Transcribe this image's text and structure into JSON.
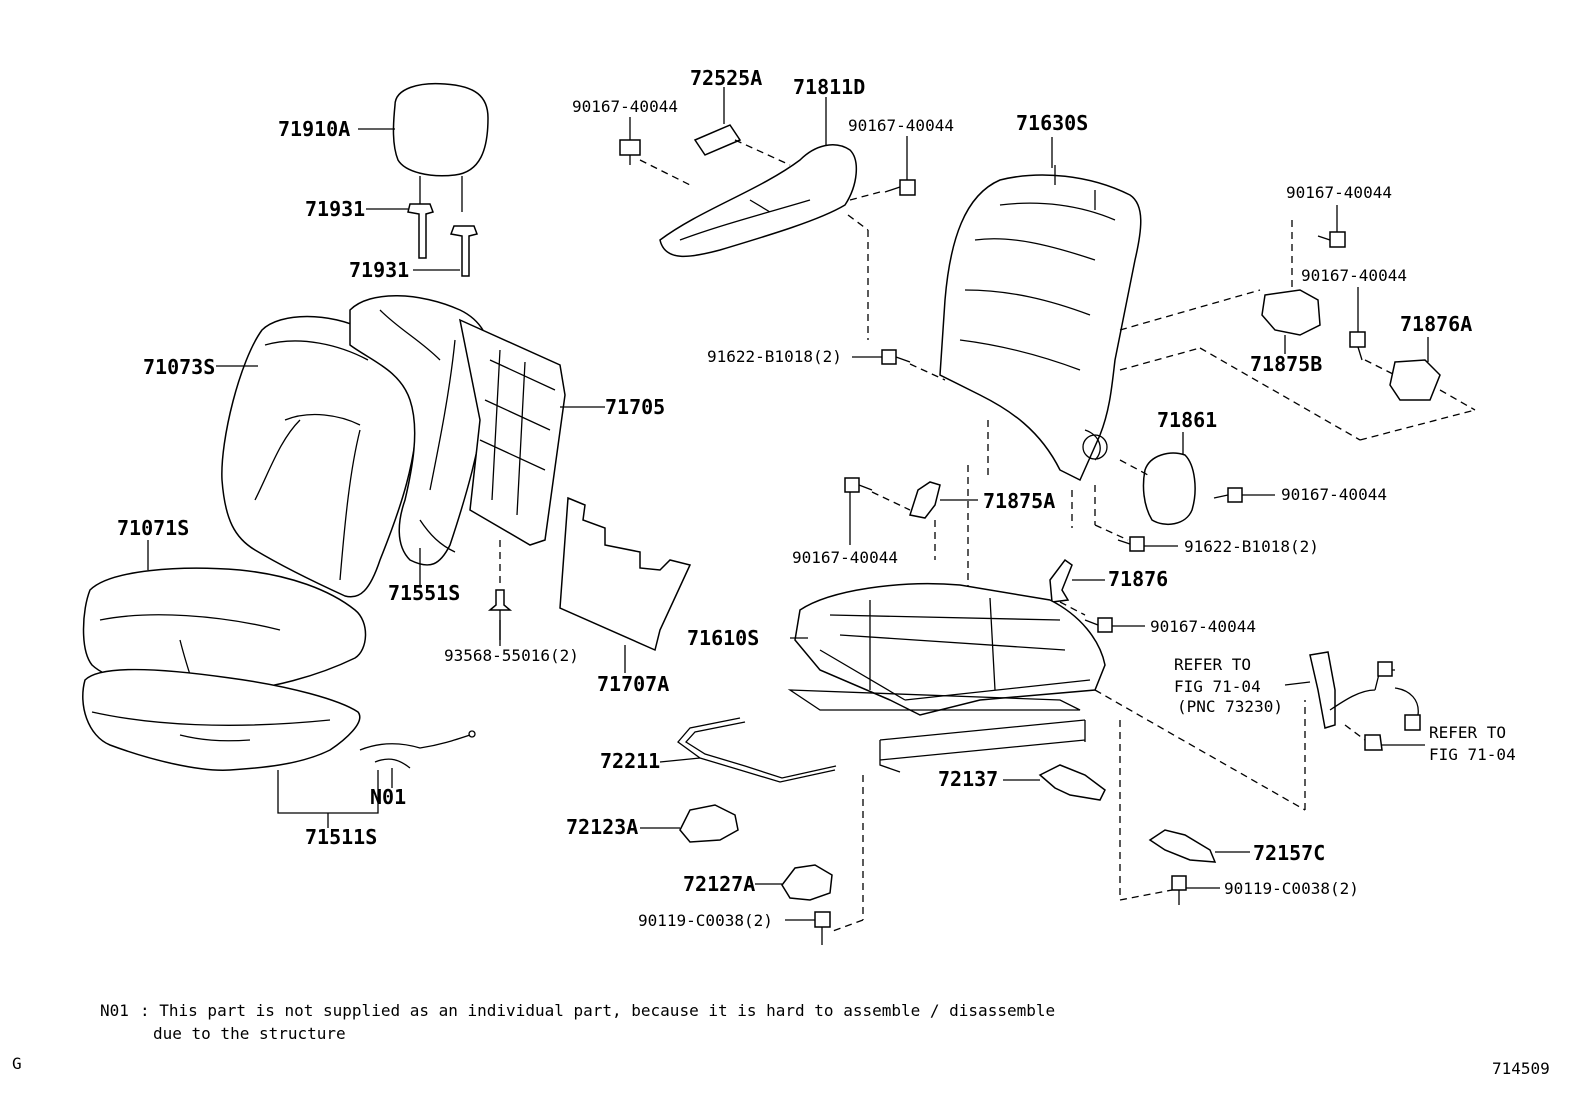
{
  "labels": {
    "p71910A": "71910A",
    "p71931a": "71931",
    "p71931b": "71931",
    "p71073S": "71073S",
    "p71705": "71705",
    "p71071S": "71071S",
    "p71551S": "71551S",
    "p93568": "93568-55016(2)",
    "p71707A": "71707A",
    "pN01": "N01",
    "p71511S": "71511S",
    "p90167_a": "90167-40044",
    "p72525A": "72525A",
    "p71811D": "71811D",
    "p90167_b": "90167-40044",
    "p71630S": "71630S",
    "p90167_c": "90167-40044",
    "p90167_d": "90167-40044",
    "p71876A": "71876A",
    "p71875B": "71875B",
    "p91622_a": "91622-B1018(2)",
    "p71861": "71861",
    "p90167_e": "90167-40044",
    "p71875A": "71875A",
    "p90167_f": "90167-40044",
    "p91622_b": "91622-B1018(2)",
    "p71876": "71876",
    "p90167_g": "90167-40044",
    "p71610S": "71610S",
    "refer1_line1": "REFER TO",
    "refer1_line2": "FIG 71-04",
    "refer1_line3": "(PNC 73230)",
    "refer2_line1": "REFER TO",
    "refer2_line2": "FIG 71-04",
    "p72211": "72211",
    "p72137": "72137",
    "p72123A": "72123A",
    "p72157C": "72157C",
    "p72127A": "72127A",
    "p90119_a": "90119-C0038(2)",
    "p90119_b": "90119-C0038(2)"
  },
  "footnote": {
    "code": "N01",
    "line1": ": This part is not supplied as an individual part, because it is hard to assemble / disassemble",
    "line2": "due to the structure"
  },
  "corner_left": "G",
  "figure_number": "714509"
}
